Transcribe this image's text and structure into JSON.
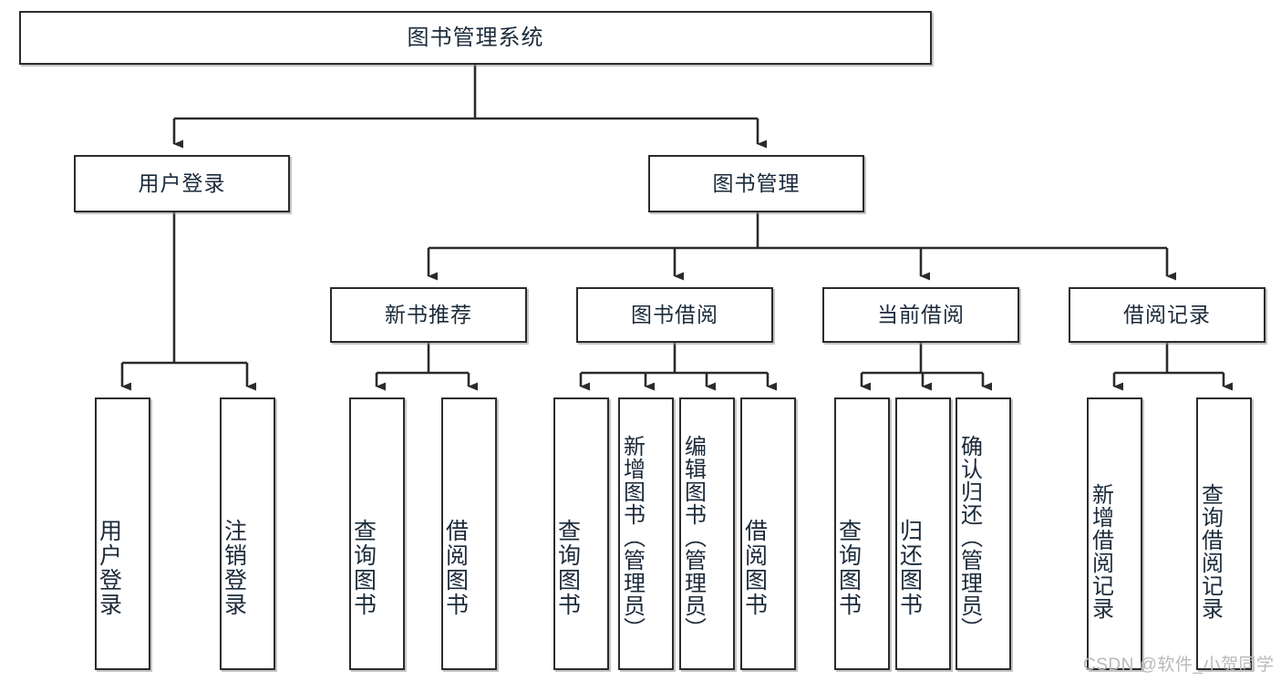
{
  "diagram": {
    "type": "tree",
    "title": "图书管理系统",
    "orientation": "top-down",
    "root": {
      "id": "root",
      "label": "图书管理系统"
    },
    "level2": [
      {
        "id": "user-login",
        "label": "用户登录"
      },
      {
        "id": "book-manage",
        "label": "图书管理"
      }
    ],
    "level3": [
      {
        "id": "new-book-rec",
        "label": "新书推荐",
        "parent": "book-manage"
      },
      {
        "id": "book-borrow",
        "label": "图书借阅",
        "parent": "book-manage"
      },
      {
        "id": "current-borrow",
        "label": "当前借阅",
        "parent": "book-manage"
      },
      {
        "id": "borrow-record",
        "label": "借阅记录",
        "parent": "book-manage"
      }
    ],
    "leaves": [
      {
        "id": "leaf-user-login",
        "label": "用户登录",
        "parent": "user-login"
      },
      {
        "id": "leaf-logout-login",
        "label": "注销登录",
        "parent": "user-login"
      },
      {
        "id": "leaf-query-book-1",
        "label": "查询图书",
        "parent": "new-book-rec"
      },
      {
        "id": "leaf-borrow-book-1",
        "label": "借阅图书",
        "parent": "new-book-rec"
      },
      {
        "id": "leaf-query-book-2",
        "label": "查询图书",
        "parent": "book-borrow"
      },
      {
        "id": "leaf-add-book",
        "label": "新增图书（管理员）",
        "parent": "book-borrow"
      },
      {
        "id": "leaf-edit-book",
        "label": "编辑图书（管理员）",
        "parent": "book-borrow"
      },
      {
        "id": "leaf-borrow-book-2",
        "label": "借阅图书",
        "parent": "book-borrow"
      },
      {
        "id": "leaf-query-book-3",
        "label": "查询图书",
        "parent": "current-borrow"
      },
      {
        "id": "leaf-return-book",
        "label": "归还图书",
        "parent": "current-borrow"
      },
      {
        "id": "leaf-confirm-return",
        "label": "确认归还（管理员）",
        "parent": "current-borrow"
      },
      {
        "id": "leaf-add-record",
        "label": "新增借阅记录",
        "parent": "borrow-record"
      },
      {
        "id": "leaf-query-record",
        "label": "查询借阅记录",
        "parent": "borrow-record"
      }
    ]
  },
  "watermark": {
    "text": "CSDN @软件_小贺同学"
  },
  "colors": {
    "background": "#ffffff",
    "box_border": "#2b2b2b",
    "box_fill": "#ffffff",
    "text": "#1b2a3a",
    "connector": "#2b2b2b",
    "watermark": "#b9b9b9"
  }
}
